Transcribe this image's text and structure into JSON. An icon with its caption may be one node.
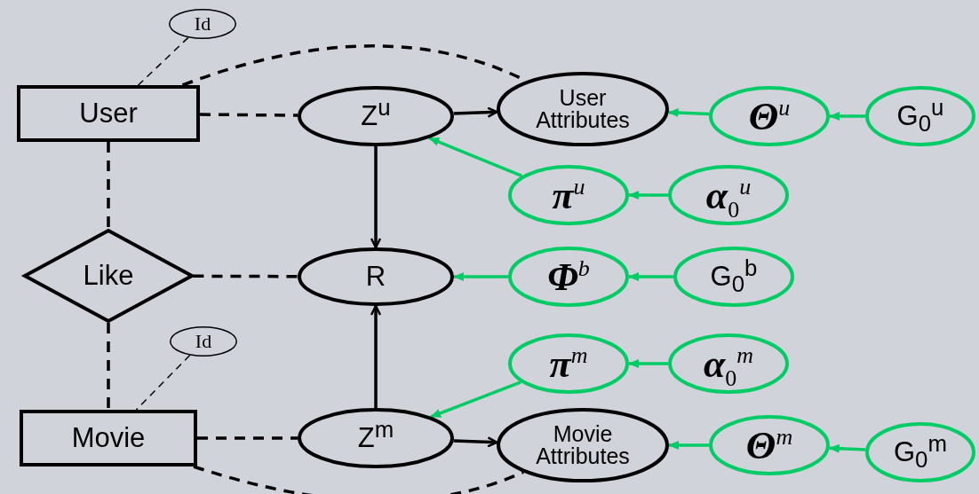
{
  "diagram": {
    "nodes": [
      {
        "text": [
          "Id"
        ]
      },
      {
        "text": [
          "User"
        ]
      },
      {
        "text": [
          "Z$^{u}$"
        ]
      },
      {
        "text": [
          "User Attributes"
        ]
      },
      {
        "text": [
          "Θ$^{u}$"
        ]
      },
      {
        "text": [
          "G$_{0}$$^{u}$"
        ]
      },
      {
        "text": [
          "π$^{u}$"
        ]
      },
      {
        "text": [
          "α$_{0}$$^{u}$"
        ]
      },
      {
        "text": [
          "Like"
        ]
      },
      {
        "text": [
          "R"
        ]
      },
      {
        "text": [
          "Φ$^{b}$"
        ]
      },
      {
        "text": [
          "G$_{0}$$^{b}$"
        ]
      },
      {
        "text": [
          "Id"
        ]
      },
      {
        "text": [
          "π$^{m}$"
        ]
      },
      {
        "text": [
          "α$_{0}$$^{m}$"
        ]
      },
      {
        "text": [
          "Movie"
        ]
      },
      {
        "text": [
          "Z$^{m}$"
        ]
      },
      {
        "text": [
          "Movie Attributes"
        ]
      },
      {
        "text": [
          "Θ$^{m}$"
        ]
      },
      {
        "text": [
          "G$_{0}$$^{m}$"
        ]
      }
    ],
    "edges": [
      {
        "from": 0,
        "to": 1,
        "arrow": "none",
        "style": "dashed"
      },
      {
        "from": 1,
        "to": 3,
        "arrow": "none",
        "style": "dashed"
      },
      {
        "from": 1,
        "to": 2,
        "arrow": "none",
        "style": "dashed"
      },
      {
        "from": 2,
        "to": 3,
        "arrow": "to"
      },
      {
        "from": 4,
        "to": 3,
        "arrow": "to",
        "color": "#00cc66"
      },
      {
        "from": 5,
        "to": 4,
        "arrow": "to",
        "color": "#00cc66"
      },
      {
        "from": 6,
        "to": 2,
        "arrow": "to",
        "color": "#00cc66"
      },
      {
        "from": 7,
        "to": 6,
        "arrow": "to",
        "color": "#00cc66"
      },
      {
        "from": 2,
        "to": 9,
        "arrow": "to"
      },
      {
        "from": 1,
        "to": 8,
        "arrow": "none",
        "style": "dashed"
      },
      {
        "from": 8,
        "to": 9,
        "arrow": "none",
        "style": "dashed"
      },
      {
        "from": 10,
        "to": 9,
        "arrow": "to",
        "color": "#00cc66"
      },
      {
        "from": 11,
        "to": 10,
        "arrow": "to",
        "color": "#00cc66"
      },
      {
        "from": 8,
        "to": 15,
        "arrow": "none",
        "style": "dashed"
      },
      {
        "from": 12,
        "to": 15,
        "arrow": "none",
        "style": "dashed"
      },
      {
        "from": 16,
        "to": 9,
        "arrow": "to"
      },
      {
        "from": 13,
        "to": 16,
        "arrow": "to",
        "color": "#00cc66"
      },
      {
        "from": 14,
        "to": 13,
        "arrow": "to",
        "color": "#00cc66"
      },
      {
        "from": 15,
        "to": 16,
        "arrow": "none",
        "style": "dashed"
      },
      {
        "from": 16,
        "to": 17,
        "arrow": "to"
      },
      {
        "from": 15,
        "to": 17,
        "arrow": "none",
        "style": "dashed"
      },
      {
        "from": 18,
        "to": 17,
        "arrow": "to",
        "color": "#00cc66"
      },
      {
        "from": 19,
        "to": 18,
        "arrow": "to",
        "color": "#00cc66"
      }
    ]
  }
}
